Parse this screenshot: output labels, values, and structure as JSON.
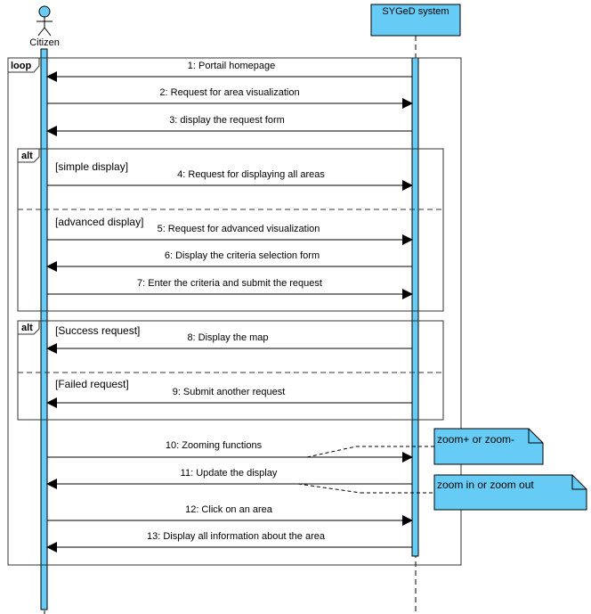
{
  "actor": {
    "name": "Citizen"
  },
  "system": {
    "name": "SYGeD system"
  },
  "frames": {
    "loop": {
      "tag": "loop"
    },
    "alt1": {
      "tag": "alt",
      "guard_1": "[simple display]",
      "guard_2": "[advanced display]"
    },
    "alt2": {
      "tag": "alt",
      "guard_1": "[Success request]",
      "guard_2": "[Failed request]"
    }
  },
  "messages": [
    {
      "text": "1: Portail homepage",
      "direction": "to-actor"
    },
    {
      "text": "2: Request for area visualization",
      "direction": "to-system"
    },
    {
      "text": "3: display the request form",
      "direction": "to-actor"
    },
    {
      "text": "4: Request for displaying all areas",
      "direction": "to-system"
    },
    {
      "text": "5: Request for advanced visualization",
      "direction": "to-system"
    },
    {
      "text": "6: Display the criteria selection form",
      "direction": "to-actor"
    },
    {
      "text": "7: Enter the criteria and submit the request",
      "direction": "to-system"
    },
    {
      "text": "8: Display the map",
      "direction": "to-actor"
    },
    {
      "text": "9: Submit another request",
      "direction": "to-actor"
    },
    {
      "text": "10: Zooming functions",
      "direction": "to-system"
    },
    {
      "text": "11: Update the display",
      "direction": "to-actor"
    },
    {
      "text": "12: Click on an area",
      "direction": "to-system"
    },
    {
      "text": "13: Display all information about the area",
      "direction": "to-actor"
    }
  ],
  "notes": [
    {
      "text": "zoom+ or zoom-"
    },
    {
      "text": "zoom in or zoom out"
    }
  ],
  "colors": {
    "lifeline_fill": "#66CCF5",
    "note_fill": "#66CCF5",
    "stroke": "#000000",
    "frame_stroke": "#333333"
  }
}
